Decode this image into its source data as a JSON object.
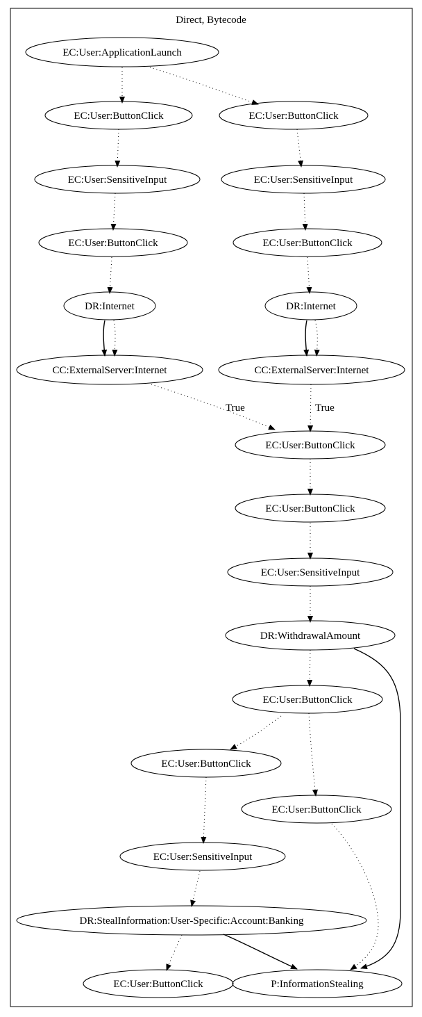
{
  "cluster": {
    "label": "Direct, Bytecode"
  },
  "nodes": [
    {
      "id": "n1",
      "label": "EC:User:ApplicationLaunch"
    },
    {
      "id": "n2",
      "label": "EC:User:ButtonClick"
    },
    {
      "id": "n3",
      "label": "EC:User:ButtonClick"
    },
    {
      "id": "n4",
      "label": "EC:User:SensitiveInput"
    },
    {
      "id": "n5",
      "label": "EC:User:SensitiveInput"
    },
    {
      "id": "n6",
      "label": "EC:User:ButtonClick"
    },
    {
      "id": "n7",
      "label": "EC:User:ButtonClick"
    },
    {
      "id": "n8",
      "label": "DR:Internet"
    },
    {
      "id": "n9",
      "label": "DR:Internet"
    },
    {
      "id": "n10",
      "label": "CC:ExternalServer:Internet"
    },
    {
      "id": "n11",
      "label": "CC:ExternalServer:Internet"
    },
    {
      "id": "n12",
      "label": "EC:User:ButtonClick"
    },
    {
      "id": "n13",
      "label": "EC:User:ButtonClick"
    },
    {
      "id": "n14",
      "label": "EC:User:SensitiveInput"
    },
    {
      "id": "n15",
      "label": "DR:WithdrawalAmount"
    },
    {
      "id": "n16",
      "label": "EC:User:ButtonClick"
    },
    {
      "id": "n17",
      "label": "EC:User:ButtonClick"
    },
    {
      "id": "n18",
      "label": "EC:User:ButtonClick"
    },
    {
      "id": "n19",
      "label": "EC:User:SensitiveInput"
    },
    {
      "id": "n20",
      "label": "DR:StealInformation:User-Specific:Account:Banking"
    },
    {
      "id": "n21",
      "label": "EC:User:ButtonClick"
    },
    {
      "id": "n22",
      "label": "P:InformationStealing"
    }
  ],
  "edges": [
    {
      "from": "n1",
      "to": "n2",
      "style": "dotted"
    },
    {
      "from": "n1",
      "to": "n3",
      "style": "dotted"
    },
    {
      "from": "n2",
      "to": "n4",
      "style": "dotted"
    },
    {
      "from": "n3",
      "to": "n5",
      "style": "dotted"
    },
    {
      "from": "n4",
      "to": "n6",
      "style": "dotted"
    },
    {
      "from": "n5",
      "to": "n7",
      "style": "dotted"
    },
    {
      "from": "n6",
      "to": "n8",
      "style": "dotted"
    },
    {
      "from": "n7",
      "to": "n9",
      "style": "dotted"
    },
    {
      "from": "n8",
      "to": "n10",
      "style": "solid"
    },
    {
      "from": "n8",
      "to": "n10",
      "style": "dotted"
    },
    {
      "from": "n9",
      "to": "n11",
      "style": "solid"
    },
    {
      "from": "n9",
      "to": "n11",
      "style": "dotted"
    },
    {
      "from": "n10",
      "to": "n12",
      "style": "dotted",
      "label": "True"
    },
    {
      "from": "n11",
      "to": "n12",
      "style": "dotted",
      "label": "True"
    },
    {
      "from": "n12",
      "to": "n13",
      "style": "dotted"
    },
    {
      "from": "n13",
      "to": "n14",
      "style": "dotted"
    },
    {
      "from": "n14",
      "to": "n15",
      "style": "dotted"
    },
    {
      "from": "n15",
      "to": "n16",
      "style": "dotted"
    },
    {
      "from": "n15",
      "to": "n22",
      "style": "solid"
    },
    {
      "from": "n16",
      "to": "n17",
      "style": "dotted"
    },
    {
      "from": "n16",
      "to": "n18",
      "style": "dotted"
    },
    {
      "from": "n17",
      "to": "n19",
      "style": "dotted"
    },
    {
      "from": "n18",
      "to": "n22",
      "style": "dotted"
    },
    {
      "from": "n19",
      "to": "n20",
      "style": "dotted"
    },
    {
      "from": "n20",
      "to": "n21",
      "style": "dotted"
    },
    {
      "from": "n20",
      "to": "n22",
      "style": "solid"
    }
  ]
}
